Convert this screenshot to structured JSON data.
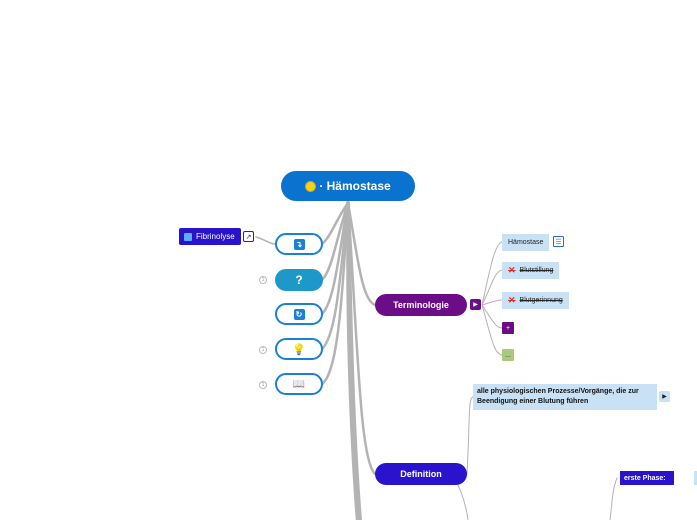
{
  "root": {
    "title": "· Hämostase",
    "icon": "sun-icon"
  },
  "left_icons": [
    {
      "name": "action-icon",
      "glyph": "↴"
    },
    {
      "name": "question-icon",
      "glyph": "?"
    },
    {
      "name": "refresh-icon",
      "glyph": "↻"
    },
    {
      "name": "lightbulb-icon",
      "glyph": "💡"
    },
    {
      "name": "book-icon",
      "glyph": "📖"
    }
  ],
  "fibrinolyse": {
    "label": "Fibrinolyse"
  },
  "topics": {
    "terminologie": "Terminologie",
    "definition": "Definition"
  },
  "terminologie_children": [
    {
      "label": "Hämostase",
      "strike": false
    },
    {
      "label": "Blutstillung",
      "strike": true
    },
    {
      "label": "Blutgerinnung",
      "strike": true
    }
  ],
  "small_boxes": {
    "plus": "+",
    "dots": "..."
  },
  "definition_note": {
    "line1": "alle physiologischen Prozesse/Vorgänge, die zur",
    "line2": "Beendigung einer Blutung führen"
  },
  "phase": {
    "label": "erste Phase:"
  },
  "colors": {
    "root": "#0a72cf",
    "terminologie": "#6b0d86",
    "definition": "#2a13cc",
    "subtopic_bg": "#c8e1f5",
    "link": "#b3b3b3"
  }
}
